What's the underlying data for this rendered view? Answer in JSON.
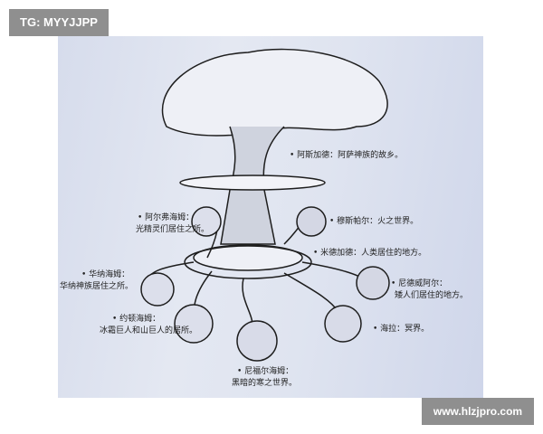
{
  "watermarks": {
    "top_left": "TG: MYYJJPP",
    "bottom_right": "www.hlzjpro.com"
  },
  "labels": {
    "asgard": "• 阿斯加德：阿萨神族的故乡。",
    "muspelheim": "• 穆斯帕尔：火之世界。",
    "midgard": "• 米德加德：人类居住的地方。",
    "nidavellir_1": "• 尼德威阿尔：",
    "nidavellir_2": "矮人们居住的地方。",
    "hel": "• 海拉：冥界。",
    "alfheim_1": "• 阿尔弗海姆：",
    "alfheim_2": "光精灵们居住之所。",
    "vanaheim_1": "• 华纳海姆：",
    "vanaheim_2": "华纳神族居住之所。",
    "jotunheim_1": "• 约顿海姆：",
    "jotunheim_2": "冰霜巨人和山巨人的居所。",
    "niflheim_1": "• 尼福尔海姆：",
    "niflheim_2": "黑暗的寒之世界。"
  },
  "colors": {
    "paper": "#dfe4f0",
    "ink": "#1e1e1e",
    "watermark": "#8f8f8f"
  }
}
